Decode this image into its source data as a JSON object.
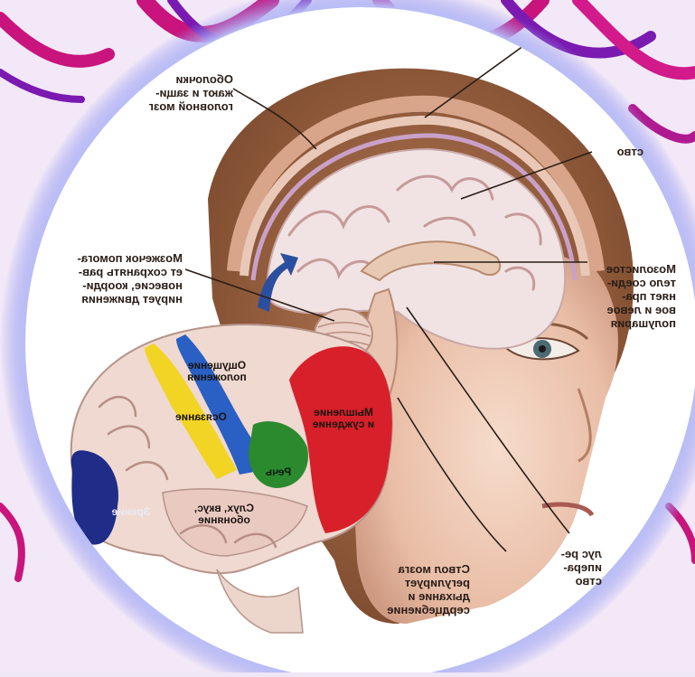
{
  "image": {
    "subject": "Anatomical illustration of the human brain in a head cross-section, mirrored text labels",
    "accent_colors": {
      "frame_glow": "#9aa0f2",
      "swirl_magenta": "#c8147c",
      "swirl_purple": "#6a1aa8"
    }
  },
  "labels": {
    "meninges": "Оболочки\nжают и защи-\nголовной мозг",
    "cortex": "ство",
    "cerebellum": "Мозжечок помога-\nет сохранять рав-\nновесие, коорди-\nнирует движения",
    "corpus_callosum": "Мозолистое\nтело соеди-\nняет пра-\nвое и левое\nполушария",
    "brainstem": "Ствол мозга\nрегулирует\nдыхание и\nсердцебиение",
    "hypothalamus": "лус ре-\nипера-\nство"
  },
  "lobes": {
    "motor": "Ощущение\nположения",
    "touch": "Осязание",
    "thinking": "Мышление\nи суждение",
    "speech": "Речь",
    "vision": "Зрение",
    "hearing": "Слух, вкус,\nобоняние"
  }
}
